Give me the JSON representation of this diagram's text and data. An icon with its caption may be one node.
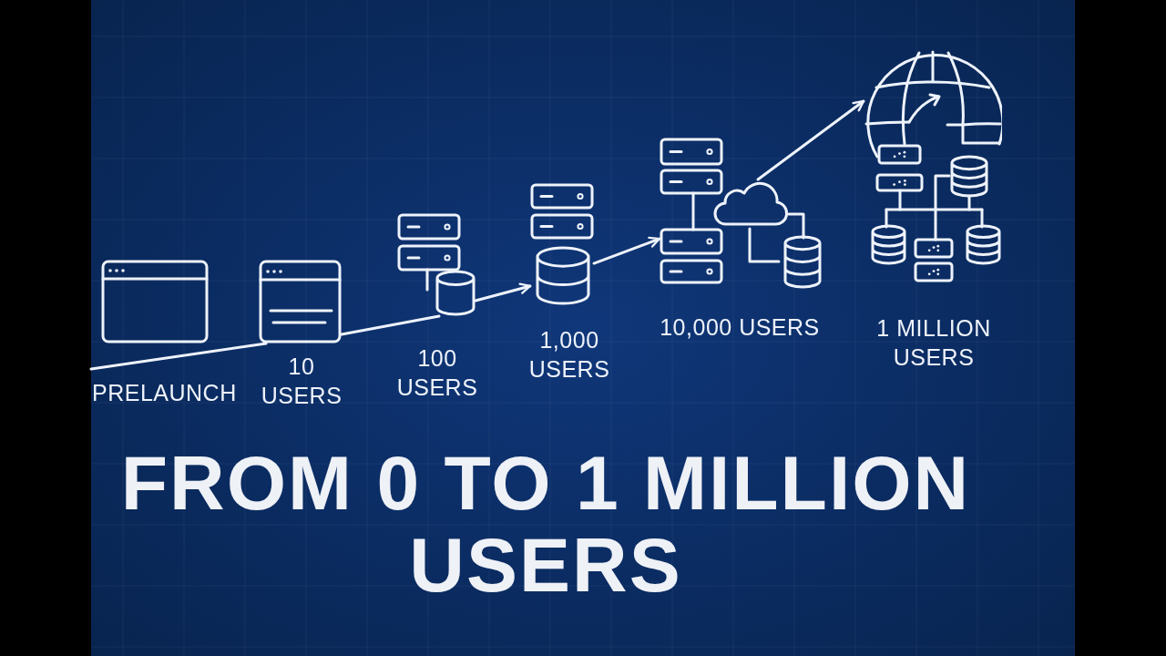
{
  "diagram": {
    "title": "FROM 0 TO 1 MILLION USERS",
    "nodes": [
      {
        "text": [],
        "shape": "picture",
        "beside": [
          "PRELAUNCH"
        ]
      },
      {
        "text": [],
        "shape": "picture",
        "beside": [
          "10 USERS"
        ]
      },
      {
        "text": [],
        "shape": "picture",
        "beside": [
          "100 USERS"
        ]
      },
      {
        "text": [],
        "shape": "picture",
        "beside": [
          "1,000 USERS"
        ]
      },
      {
        "text": [],
        "shape": "picture",
        "beside": [
          "10,000 USERS"
        ]
      },
      {
        "text": [],
        "shape": "picture",
        "beside": [
          "1 MILLION USERS"
        ]
      }
    ],
    "edges": [
      {
        "from": null,
        "to": 1,
        "arrow": "none"
      },
      {
        "from": 1,
        "to": 2,
        "arrow": "none"
      },
      {
        "from": 2,
        "to": 3,
        "arrow": "to"
      },
      {
        "from": 3,
        "to": 4,
        "arrow": "to"
      },
      {
        "from": 4,
        "to": 5,
        "arrow": "to"
      }
    ]
  }
}
